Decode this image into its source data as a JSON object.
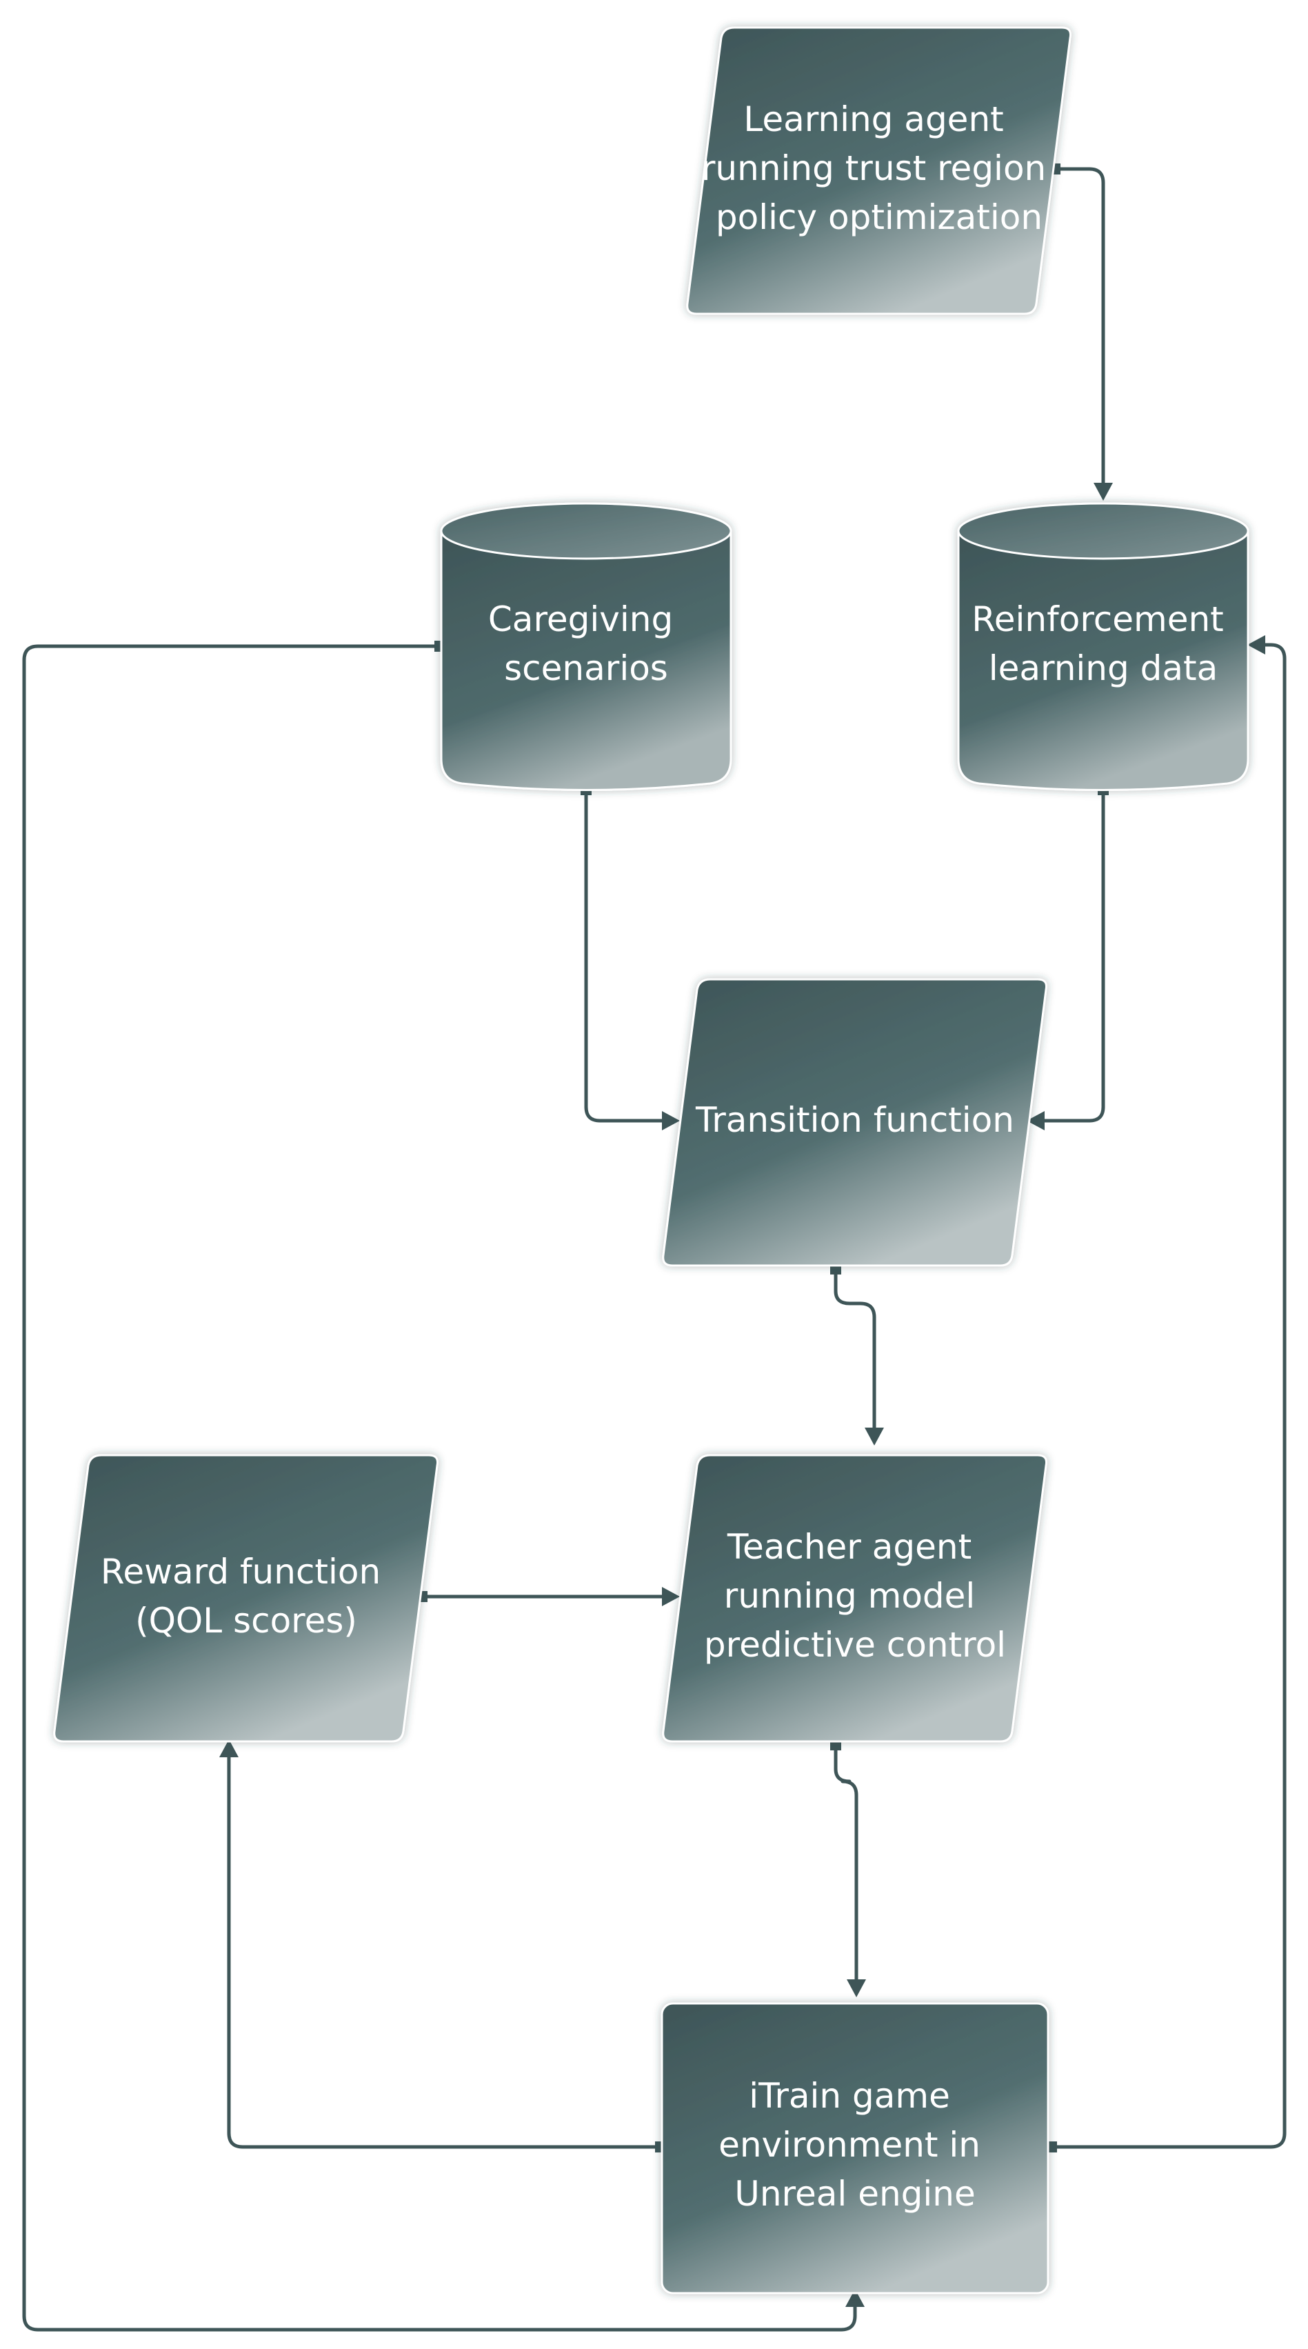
{
  "diagram": {
    "nodes": {
      "learning_agent": [
        "Learning agent",
        "running trust region",
        "policy optimization"
      ],
      "caregiving": [
        "Caregiving",
        "scenarios"
      ],
      "rl_data": [
        "Reinforcement",
        "learning data"
      ],
      "transition": [
        "Transition function"
      ],
      "reward": [
        "Reward function",
        "(QOL scores)"
      ],
      "teacher": [
        "Teacher agent",
        "running model",
        "predictive control"
      ],
      "itrain": [
        "iTrain game",
        "environment in",
        "Unreal engine"
      ]
    },
    "colors": {
      "node_top": "#3e5557",
      "node_mid": "#506c6e",
      "node_bottom": "#b8c2c3",
      "edge": "#3e5557"
    }
  }
}
